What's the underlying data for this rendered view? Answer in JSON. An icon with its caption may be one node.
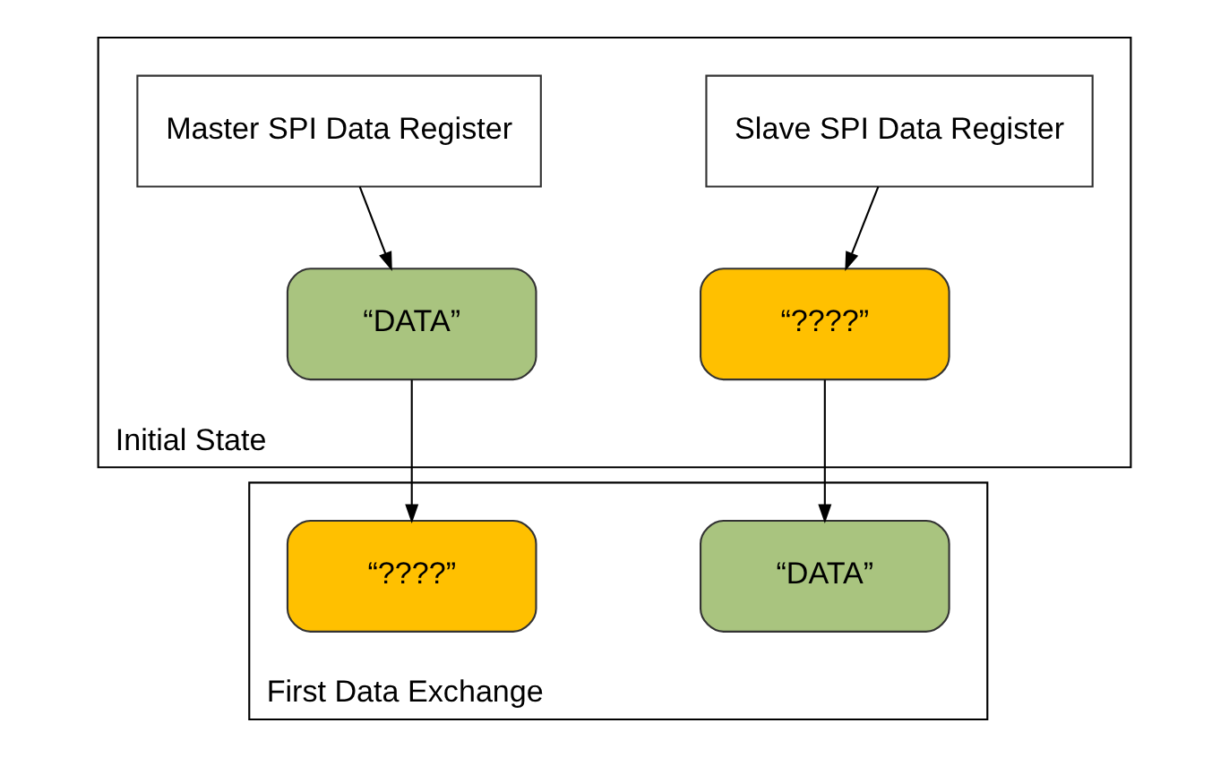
{
  "diagram": {
    "nodes": [
      {
        "text": [
          "Initial State"
        ]
      },
      {
        "text": [
          "Master SPI Data Register"
        ],
        "in": 0
      },
      {
        "text": [
          "Slave SPI Data Register"
        ],
        "in": 0
      },
      {
        "text": [
          "“DATA”"
        ],
        "in": 0
      },
      {
        "text": [
          "“????”"
        ],
        "in": 0
      },
      {
        "text": [
          "First Data Exchange"
        ]
      },
      {
        "text": [
          "“????”"
        ],
        "in": 5
      },
      {
        "text": [
          "“DATA”"
        ],
        "in": 5
      }
    ],
    "edges": [
      {
        "from": 1,
        "to": 3,
        "arrow": "to"
      },
      {
        "from": 2,
        "to": 4,
        "arrow": "to"
      },
      {
        "from": 3,
        "to": 6,
        "arrow": "to"
      },
      {
        "from": 4,
        "to": 7,
        "arrow": "to"
      }
    ]
  }
}
